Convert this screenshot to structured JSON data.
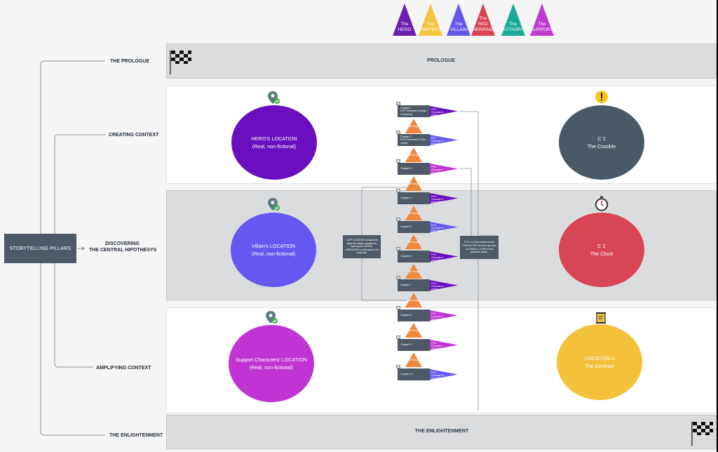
{
  "characters": [
    {
      "name": "HERO",
      "lines": [
        "The",
        "HERO"
      ],
      "color": "#6a1fb0"
    },
    {
      "name": "PARTNER",
      "lines": [
        "The",
        "PARTNER"
      ],
      "color": "#f2c53d"
    },
    {
      "name": "VILLAIN",
      "lines": [
        "The",
        "VILLAIN"
      ],
      "color": "#6657e8"
    },
    {
      "name": "RED HERRING",
      "lines": [
        "The",
        "RED",
        "HERRING"
      ],
      "color": "#d94354"
    },
    {
      "name": "AUTHORITIES",
      "lines": [
        "The",
        "AUTHORITIES"
      ],
      "color": "#1aaa96"
    },
    {
      "name": "SUPPORT",
      "lines": [
        "The",
        "SUPPORT"
      ],
      "color": "#c13ad0"
    }
  ],
  "root": {
    "label": "STORYTELLING PILLARS"
  },
  "pillars": {
    "prologue": "THE PROLOGUE",
    "creating": "CREATING CONTEXT",
    "discovering_1": "DISCOVERING",
    "discovering_2": "THE CENTRAL HIPOTHESYS",
    "amplifying": "AMPLIFYING CONTEXT",
    "enlightenment": "THE ENLIGHTENMENT"
  },
  "bands": {
    "prologue_title": "PROLOGUE",
    "enlightenment_title": "THE ENLIGHTENMENT"
  },
  "locations": {
    "hero": {
      "line1": "HERO'S LOCATION",
      "line2": "(Real, non-fictional)",
      "color": "#6a0fbf"
    },
    "villain": {
      "line1": "Villain's LOCATION",
      "line2": "(Real, non-fictional)",
      "color": "#6557f0"
    },
    "support": {
      "line1": "Support Characters' LOCATION",
      "line2": "(Real, non-fictional)",
      "color": "#c034d4"
    },
    "c1": {
      "line1": "C 1",
      "line2": "The Crucible",
      "color": "#4a5966"
    },
    "c2": {
      "line1": "C 2",
      "line2": "The Clock",
      "color": "#d84555"
    },
    "loc3": {
      "line1": "LOCATION 3",
      "line2": "The Contract",
      "color": "#f4c13b"
    }
  },
  "chapters": [
    {
      "title": "Chapter 1",
      "sub": "POV Character A (Main Character)",
      "pov": "POV - Character A (Hero)",
      "color": "#6a0fbf"
    },
    {
      "title": "Chapter 2",
      "sub": "POV Character B (The Villain)",
      "pov": "POV - Character B (The Villain)",
      "color": "#6557f0"
    },
    {
      "title": "Chapter 3",
      "sub": "",
      "pov": "POV - Character C (Support)",
      "color": "#c034d4"
    },
    {
      "title": "Chapter 4",
      "sub": "",
      "pov": "POV - Character A (Hero/Main)",
      "color": "#6a0fbf"
    },
    {
      "title": "Chapter 5",
      "sub": "",
      "pov": "POV - Character B (The Villain)",
      "color": "#6557f0"
    },
    {
      "title": "Chapter 6",
      "sub": "",
      "pov": "POV - Character A (Hero/Main)",
      "color": "#6a0fbf"
    },
    {
      "title": "Chapter 7",
      "sub": "",
      "pov": "POV - Character A (Hero)",
      "color": "#6a0fbf"
    },
    {
      "title": "Chapter 8",
      "sub": "",
      "pov": "POV - Character C (Support)",
      "color": "#c034d4"
    },
    {
      "title": "Chapter 9",
      "sub": "",
      "pov": "POV - Character C (Support)",
      "color": "#c034d4"
    },
    {
      "title": "Chapter 10",
      "sub": "",
      "pov": "POV - Character B (The Villain)",
      "color": "#6557f0"
    }
  ],
  "hanger_label": "Cliff Hanger",
  "notes": {
    "cliff": "CLIFF HANGERS designed to keep the reader engaged by opening the SIGNAL UNFINISHED on the peak of its suspense",
    "pov": "POV is chosen based on the CHARACTER who has the most to LEARN or LOSE in that particular scene."
  },
  "icons": {
    "pin": "map-pin-check-icon",
    "flag": "checkered-flag-icon",
    "warning": "exclamation-circle-icon",
    "stopwatch": "stopwatch-icon",
    "scroll": "scroll-icon"
  }
}
